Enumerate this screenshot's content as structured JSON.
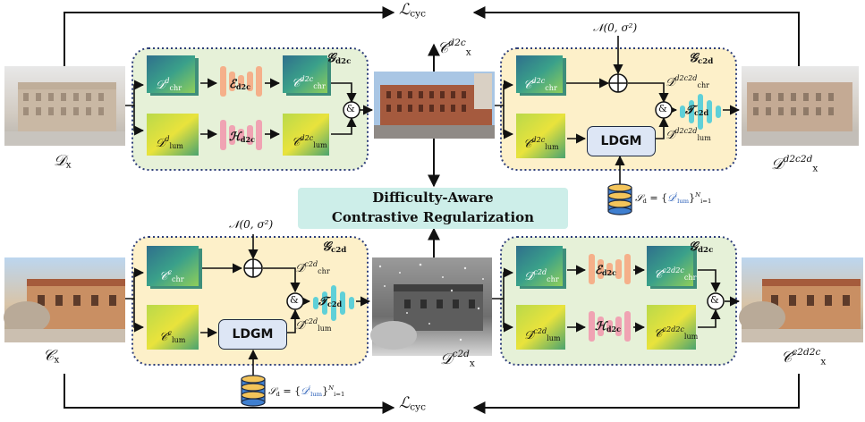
{
  "title": "",
  "top": {
    "loss_cycle": "ℒ",
    "loss_sub": "cyc",
    "c_label": "𝒞",
    "c_sup": "d2c",
    "c_sub": "x",
    "in_label": "𝒟",
    "in_sub": "x",
    "out_label": "𝒟",
    "out_sup": "d2c2d",
    "out_sub": "x",
    "left_gen": {
      "name": "𝒢",
      "sub": "d2c",
      "chr_in": "𝒟",
      "chr_in_sup": "d",
      "chr_in_sub": "chr",
      "lum_in": "𝒟",
      "lum_in_sup": "d",
      "lum_in_sub": "lum",
      "enc_e": "ℰ",
      "enc_e_sub": "d2c",
      "enc_h": "ℋ",
      "enc_h_sub": "d2c",
      "chr_out": "𝒞̂",
      "chr_out_sup": "d2c",
      "chr_out_sub": "chr",
      "lum_out": "𝒞̂",
      "lum_out_sup": "d2c",
      "lum_out_sub": "lum",
      "merge": "&"
    },
    "right_gen": {
      "name": "𝒢",
      "sub": "c2d",
      "chr_in": "𝒞̂",
      "chr_in_sup": "d2c",
      "chr_in_sub": "chr",
      "lum_in": "𝒞̂",
      "lum_in_sup": "d2c",
      "lum_in_sub": "lum",
      "noise": "𝒩(0, σ²)",
      "chr_out": "𝒟̂",
      "chr_out_sup": "d2c2d",
      "chr_out_sub": "chr",
      "lum_out": "𝒟̂",
      "lum_out_sup": "d2c2d",
      "lum_out_sub": "lum",
      "ldgm": "LDGM",
      "dec": "𝒯",
      "dec_sub": "c2d",
      "merge": "&"
    },
    "bank": {
      "s": "𝒮",
      "s_sub": "d",
      "eq": " = {",
      "d": "𝒟",
      "d_sup": "i",
      "d_sub": "lum",
      "close": "}",
      "n_sup": "N",
      "n_sub": "i=1"
    }
  },
  "center": {
    "line1": "Difficulty-Aware",
    "line2": "Contrastive Regularization"
  },
  "bottom": {
    "loss_cycle": "ℒ",
    "loss_sub": "cyc",
    "in_label": "𝒞",
    "in_sub": "x",
    "mid_label": "𝒟",
    "mid_sup": "c2d",
    "mid_sub": "x",
    "out_label": "𝒞",
    "out_sup": "c2d2c",
    "out_sub": "x",
    "left_gen": {
      "name": "𝒢",
      "sub": "c2d",
      "chr_in": "𝒞",
      "chr_in_sup": "c",
      "chr_in_sub": "chr",
      "lum_in": "𝒞",
      "lum_in_sup": "c",
      "lum_in_sub": "lum",
      "noise": "𝒩(0, σ²)",
      "chr_out": "𝒟̂",
      "chr_out_sup": "c2d",
      "chr_out_sub": "chr",
      "lum_out": "𝒟̂",
      "lum_out_sup": "c2d",
      "lum_out_sub": "lum",
      "ldgm": "LDGM",
      "dec": "𝒯",
      "dec_sub": "c2d",
      "merge": "&"
    },
    "right_gen": {
      "name": "𝒢",
      "sub": "d2c",
      "chr_in": "𝒟̂",
      "chr_in_sup": "c2d",
      "chr_in_sub": "chr",
      "lum_in": "𝒟̂",
      "lum_in_sup": "c2d",
      "lum_in_sub": "lum",
      "enc_e": "ℰ",
      "enc_e_sub": "d2c",
      "enc_h": "ℋ",
      "enc_h_sub": "d2c",
      "chr_out": "𝒞̂",
      "chr_out_sup": "c2d2c",
      "chr_out_sub": "chr",
      "lum_out": "𝒞̂",
      "lum_out_sup": "c2d2c",
      "lum_out_sub": "lum",
      "merge": "&"
    },
    "bank": {
      "s": "𝒮",
      "s_sub": "d",
      "eq": " = {",
      "d": "𝒟",
      "d_sup": "i",
      "d_sub": "lum",
      "close": "}",
      "n_sup": "N",
      "n_sub": "i=1"
    }
  },
  "colors": {
    "green_box": "#e6f1d8",
    "yellow_box": "#fdf0c9",
    "dotted": "#2f3f7a",
    "pink": "#f0a3b3",
    "peach": "#f5b08a",
    "teal": "#5fd0d8",
    "arrow": "#111111"
  }
}
